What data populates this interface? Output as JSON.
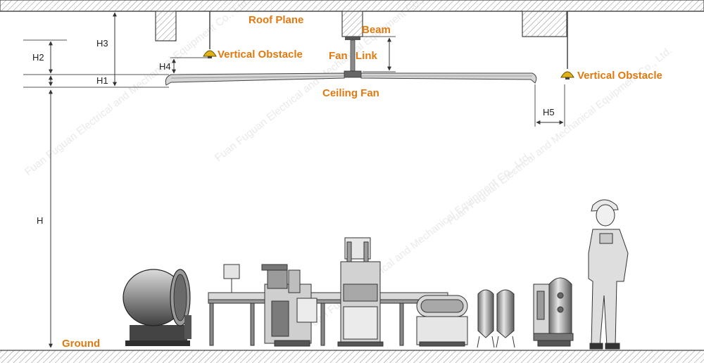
{
  "labels": {
    "roof_plane": "Roof Plane",
    "beam": "Beam",
    "vertical_obstacle": "Vertical Obstacle",
    "fan": "Fan",
    "link": "Link",
    "ceiling_fan": "Ceiling Fan",
    "ground": "Ground"
  },
  "dimensions": {
    "h": "H",
    "h1": "H1",
    "h2": "H2",
    "h3": "H3",
    "h4": "H4",
    "h5": "H5"
  },
  "watermark": "Fuan Fuguan Electrical and Mechanical Equipment Co., Ltd.",
  "colors": {
    "label": "#e07a10",
    "line": "#333333",
    "hatch": "#777777",
    "lamp": "#e0b21a",
    "watermark": "#c8c8c8"
  }
}
